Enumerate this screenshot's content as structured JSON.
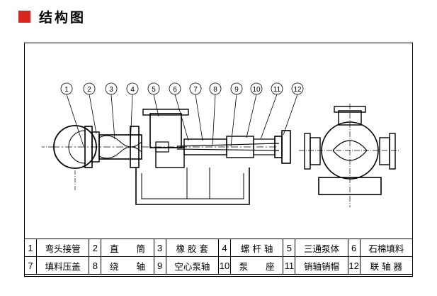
{
  "heading": {
    "title": "结构图",
    "accent_color": "#d9261c"
  },
  "callouts": [
    "1",
    "2",
    "3",
    "4",
    "5",
    "6",
    "7",
    "8",
    "9",
    "10",
    "11",
    "12"
  ],
  "parts": [
    {
      "num": "1",
      "name": "弯头接管"
    },
    {
      "num": "2",
      "name": "直　　筒"
    },
    {
      "num": "3",
      "name": "橡 胶 套"
    },
    {
      "num": "4",
      "name": "螺 杆 轴"
    },
    {
      "num": "5",
      "name": "三通泵体"
    },
    {
      "num": "6",
      "name": "石棉填料"
    },
    {
      "num": "7",
      "name": "填料压盖"
    },
    {
      "num": "8",
      "name": "绕　　轴"
    },
    {
      "num": "9",
      "name": "空心泵轴"
    },
    {
      "num": "10",
      "name": "泵　　座"
    },
    {
      "num": "11",
      "name": "销轴销帽"
    },
    {
      "num": "12",
      "name": "联 轴 器"
    }
  ]
}
